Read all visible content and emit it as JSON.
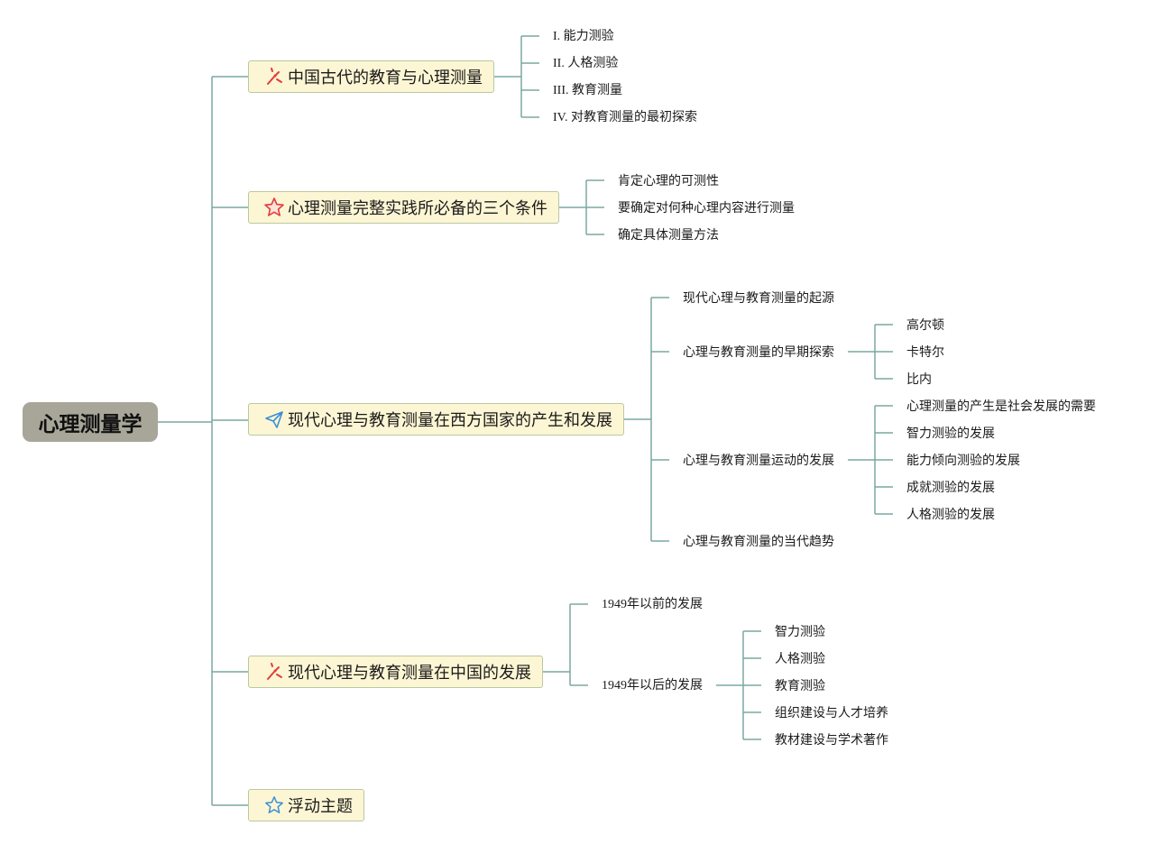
{
  "colors": {
    "line": "#7aa8a0",
    "root_bg": "#a8a698",
    "topic_bg": "#fdf6d4",
    "topic_border": "#b9c9a2",
    "icon_red": "#e23c3c",
    "icon_blue": "#3a8fd6"
  },
  "root": {
    "label": "心理测量学"
  },
  "topics": [
    {
      "label": "中国古代的教育与心理测量",
      "icon": "fireworks-icon",
      "children": [
        {
          "label": "I. 能力测验"
        },
        {
          "label": "II. 人格测验"
        },
        {
          "label": "III. 教育测量"
        },
        {
          "label": "IV. 对教育测量的最初探索"
        }
      ]
    },
    {
      "label": "心理测量完整实践所必备的三个条件",
      "icon": "star-icon",
      "children": [
        {
          "label": "肯定心理的可测性"
        },
        {
          "label": "要确定对何种心理内容进行测量"
        },
        {
          "label": "确定具体测量方法"
        }
      ]
    },
    {
      "label": "现代心理与教育测量在西方国家的产生和发展",
      "icon": "paper-plane-icon",
      "children": [
        {
          "label": "现代心理与教育测量的起源"
        },
        {
          "label": "心理与教育测量的早期探索",
          "children": [
            {
              "label": "高尔顿"
            },
            {
              "label": "卡特尔"
            },
            {
              "label": "比内"
            }
          ]
        },
        {
          "label": "心理与教育测量运动的发展",
          "children": [
            {
              "label": "心理测量的产生是社会发展的需要"
            },
            {
              "label": "智力测验的发展"
            },
            {
              "label": "能力倾向测验的发展"
            },
            {
              "label": "成就测验的发展"
            },
            {
              "label": "人格测验的发展"
            }
          ]
        },
        {
          "label": "心理与教育测量的当代趋势"
        }
      ]
    },
    {
      "label": "现代心理与教育测量在中国的发展",
      "icon": "fireworks-icon",
      "children": [
        {
          "label": "1949年以前的发展"
        },
        {
          "label": "1949年以后的发展",
          "children": [
            {
              "label": "智力测验"
            },
            {
              "label": "人格测验"
            },
            {
              "label": "教育测验"
            },
            {
              "label": "组织建设与人才培养"
            },
            {
              "label": "教材建设与学术著作"
            }
          ]
        }
      ]
    },
    {
      "label": "浮动主题",
      "icon": "star-outline-icon",
      "children": []
    }
  ]
}
